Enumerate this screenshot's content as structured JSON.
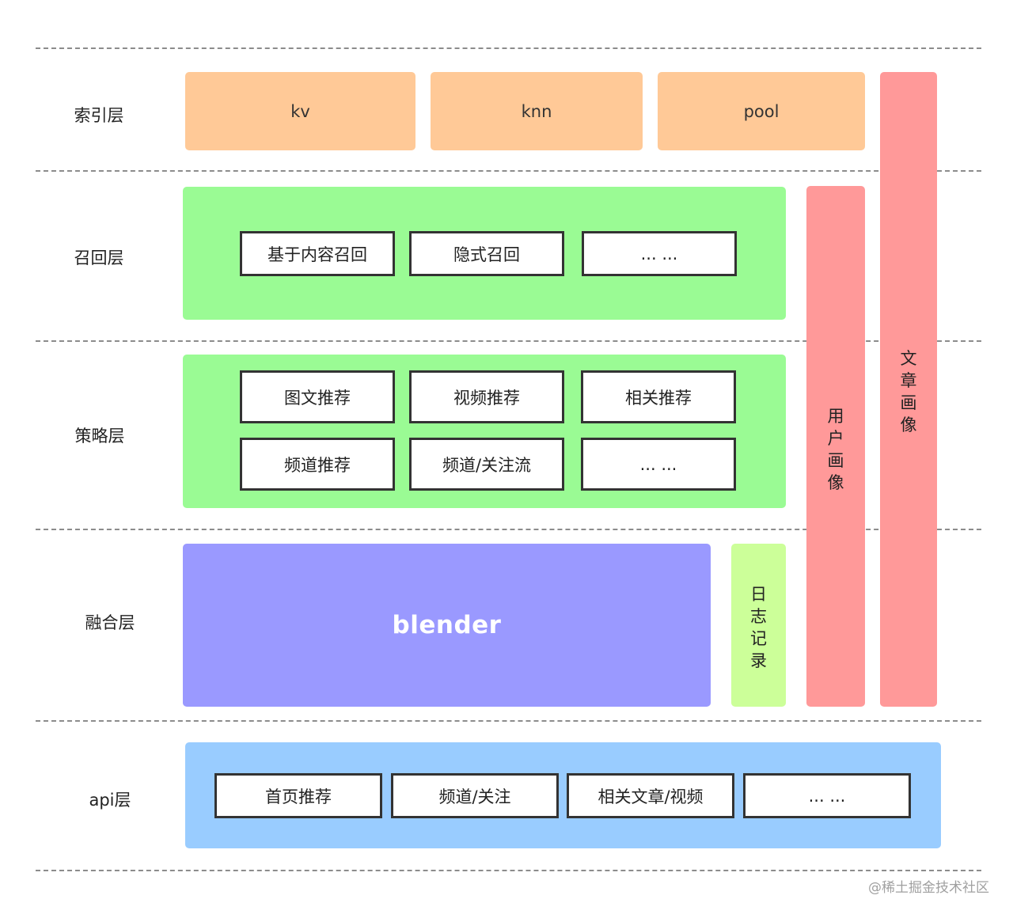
{
  "layers": {
    "index": "索引层",
    "recall": "召回层",
    "strategy": "策略层",
    "fusion": "融合层",
    "api": "api层"
  },
  "index_layer": {
    "items": [
      "kv",
      "knn",
      "pool"
    ]
  },
  "recall_layer": {
    "items": [
      "基于内容召回",
      "隐式召回",
      "... ..."
    ]
  },
  "strategy_layer": {
    "row1": [
      "图文推荐",
      "视频推荐",
      "相关推荐"
    ],
    "row2": [
      "频道推荐",
      "频道/关注流",
      "... ..."
    ]
  },
  "fusion_layer": {
    "blender": "blender",
    "log": [
      "日",
      "志",
      "记",
      "录"
    ]
  },
  "api_layer": {
    "items": [
      "首页推荐",
      "频道/关注",
      "相关文章/视频",
      "... ..."
    ]
  },
  "side_columns": {
    "user_profile": [
      "用",
      "户",
      "画",
      "像"
    ],
    "article_profile": [
      "文",
      "章",
      "画",
      "像"
    ]
  },
  "watermark": "@稀土掘金技术社区",
  "colors": {
    "orange": "#ffc997",
    "green": "#9afb94",
    "purple": "#9a99ff",
    "blue": "#99ccff",
    "light_green": "#ccff99",
    "red": "#ff9999"
  }
}
